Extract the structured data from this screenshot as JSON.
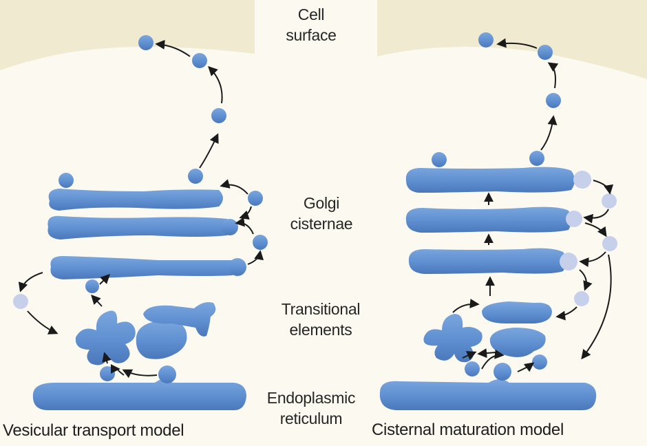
{
  "labels": {
    "cell_surface": [
      "Cell",
      "surface"
    ],
    "golgi": [
      "Golgi",
      "cisternae"
    ],
    "transitional": [
      "Transitional",
      "elements"
    ],
    "er": [
      "Endoplasmic",
      "reticulum"
    ]
  },
  "captions": {
    "left": "Vesicular transport model",
    "right": "Cisternal maturation model"
  },
  "colors": {
    "background": "#fbf9f0",
    "cell_surface": "#efead0",
    "membrane": "#5f8fd0",
    "membrane_dark": "#4a78bb",
    "pale_vesicle": "#c6d0ea",
    "arrow": "#1a1a1a",
    "text": "#262626"
  }
}
